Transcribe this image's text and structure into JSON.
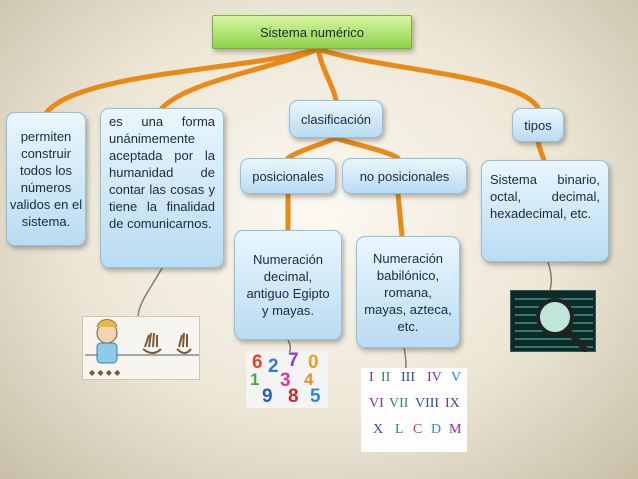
{
  "diagram": {
    "root": "Sistema numérico",
    "left_note": "permiten construir todos los números validos en el sistema.",
    "definition": "es una forma unánimemente aceptada por la humanidad de contar las cosas y tiene la finalidad de comunicarnos.",
    "classification": {
      "label": "clasificación",
      "positional": {
        "label": "posicionales",
        "examples": "Numeración decimal, antiguo Egipto y mayas."
      },
      "non_positional": {
        "label": "no posicionales",
        "examples": "Numeración babilónico, romana, mayas, azteca, etc."
      }
    },
    "types": {
      "label": "tipos",
      "list": "Sistema binario, octal, decimal, hexadecimal, etc."
    }
  },
  "images": {
    "colored_digits": [
      "6",
      "2",
      "7",
      "0",
      "1",
      "3",
      "4",
      "9",
      "8",
      "5"
    ],
    "roman_numerals": [
      "I",
      "II",
      "III",
      "IV",
      "V",
      "VI",
      "VII",
      "VIII",
      "IX",
      "X",
      "L",
      "C",
      "D",
      "M"
    ]
  },
  "colors": {
    "node_top": "#eaf6fd",
    "node_bottom": "#b9dcf2",
    "root_top": "#d9f5a2",
    "root_bottom": "#8ed34b",
    "connector": "#ea8a16"
  }
}
